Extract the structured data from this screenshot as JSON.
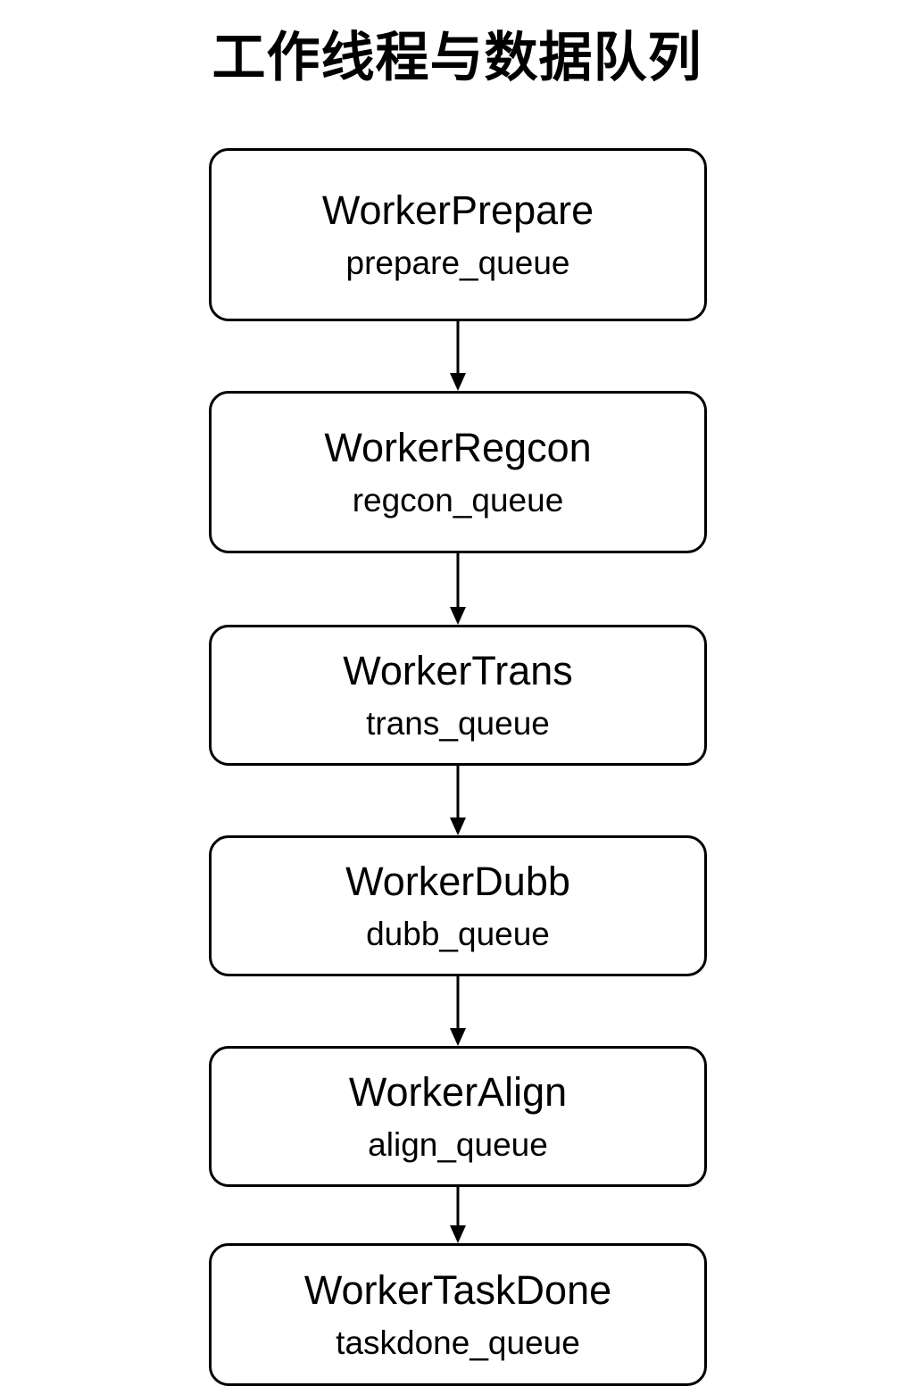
{
  "diagram": {
    "title": "工作线程与数据队列",
    "type": "flowchart",
    "direction": "top-to-bottom",
    "node_shape": "rounded-rectangle",
    "border_color": "#000000",
    "background_color": "#ffffff",
    "text_color": "#000000",
    "nodes": [
      {
        "id": "prepare",
        "title": "WorkerPrepare",
        "queue": "prepare_queue"
      },
      {
        "id": "regcon",
        "title": "WorkerRegcon",
        "queue": "regcon_queue"
      },
      {
        "id": "trans",
        "title": "WorkerTrans",
        "queue": "trans_queue"
      },
      {
        "id": "dubb",
        "title": "WorkerDubb",
        "queue": "dubb_queue"
      },
      {
        "id": "align",
        "title": "WorkerAlign",
        "queue": "align_queue"
      },
      {
        "id": "taskdone",
        "title": "WorkerTaskDone",
        "queue": "taskdone_queue"
      }
    ],
    "edges": [
      {
        "from": "prepare",
        "to": "regcon",
        "arrow": "down-arrow"
      },
      {
        "from": "regcon",
        "to": "trans",
        "arrow": "down-arrow"
      },
      {
        "from": "trans",
        "to": "dubb",
        "arrow": "down-arrow"
      },
      {
        "from": "dubb",
        "to": "align",
        "arrow": "down-arrow"
      },
      {
        "from": "align",
        "to": "taskdone",
        "arrow": "down-arrow"
      }
    ]
  }
}
